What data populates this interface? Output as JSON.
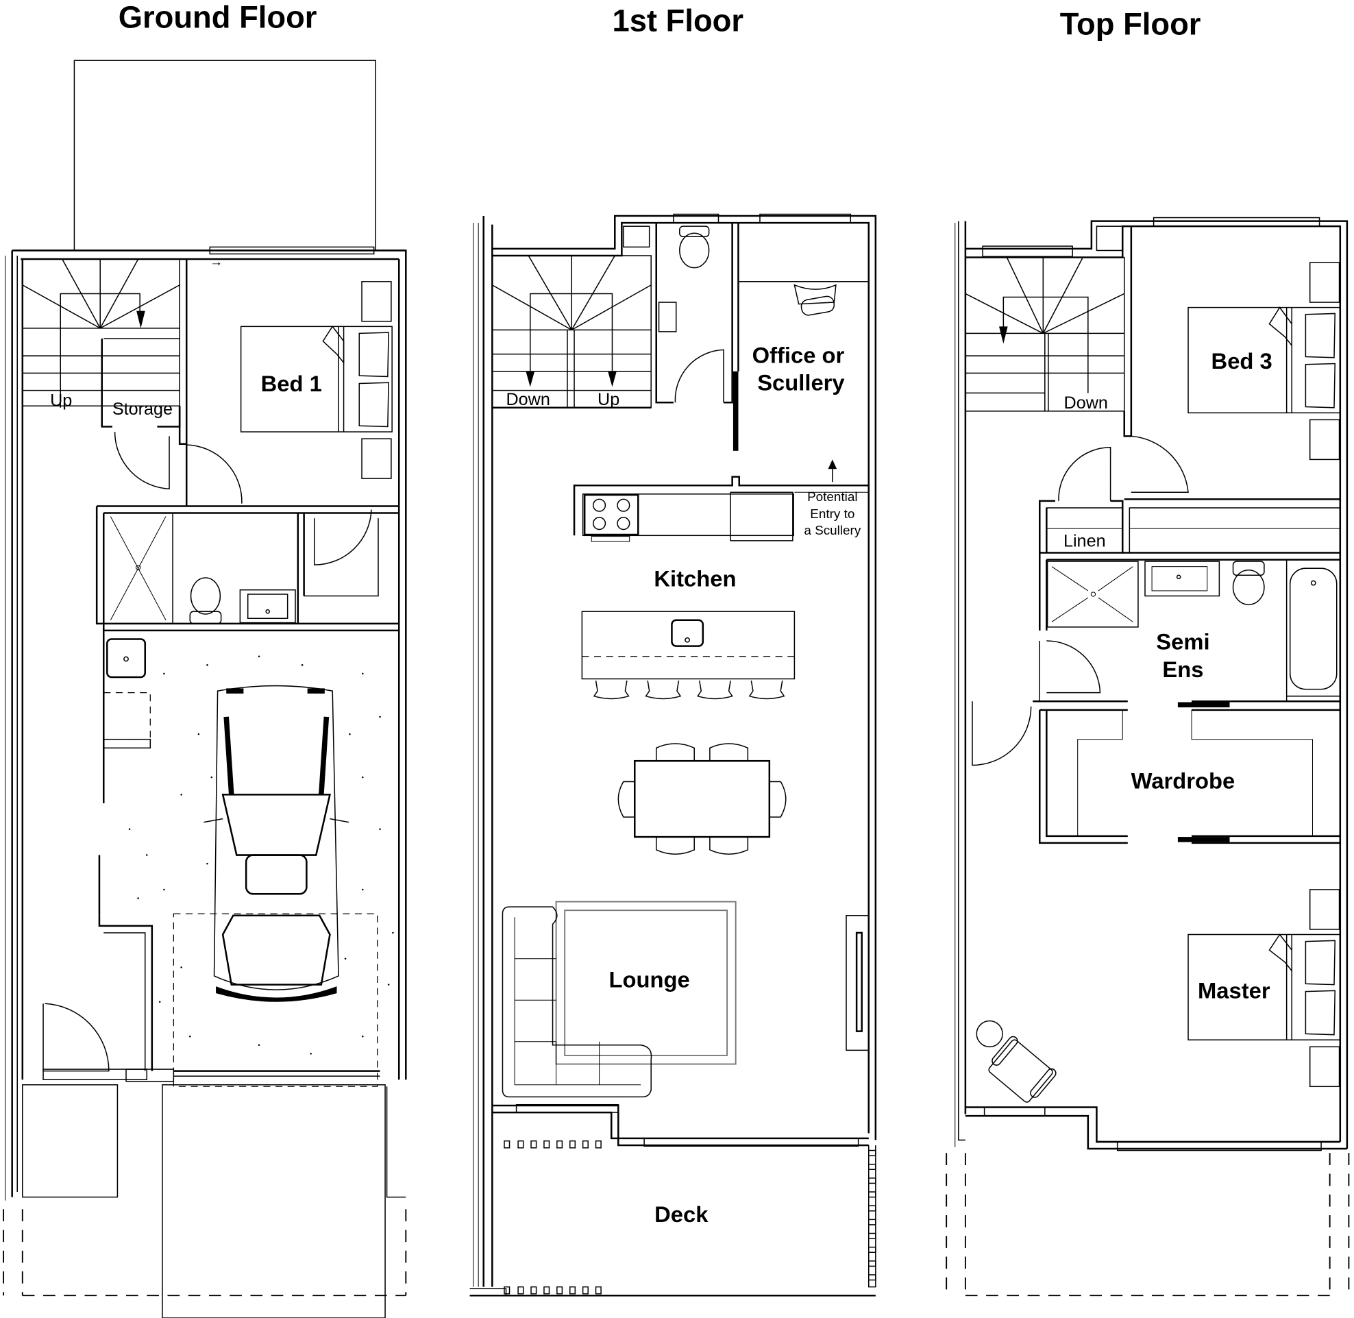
{
  "floors": {
    "ground": {
      "title": "Ground Floor",
      "rooms": {
        "bed1": "Bed 1",
        "storage": "Storage"
      },
      "stairs": {
        "up": "Up"
      }
    },
    "first": {
      "title": "1st Floor",
      "rooms": {
        "office_line1": "Office or",
        "office_line2": "Scullery",
        "kitchen": "Kitchen",
        "lounge": "Lounge",
        "deck": "Deck"
      },
      "stairs": {
        "down": "Down",
        "up": "Up"
      },
      "note": {
        "line1": "Potential",
        "line2": "Entry to",
        "line3": "a Scullery"
      }
    },
    "top": {
      "title": "Top Floor",
      "rooms": {
        "bed3": "Bed 3",
        "linen": "Linen",
        "semi_ens_line1": "Semi",
        "semi_ens_line2": "Ens",
        "wardrobe": "Wardrobe",
        "master": "Master"
      },
      "stairs": {
        "down": "Down"
      }
    }
  }
}
